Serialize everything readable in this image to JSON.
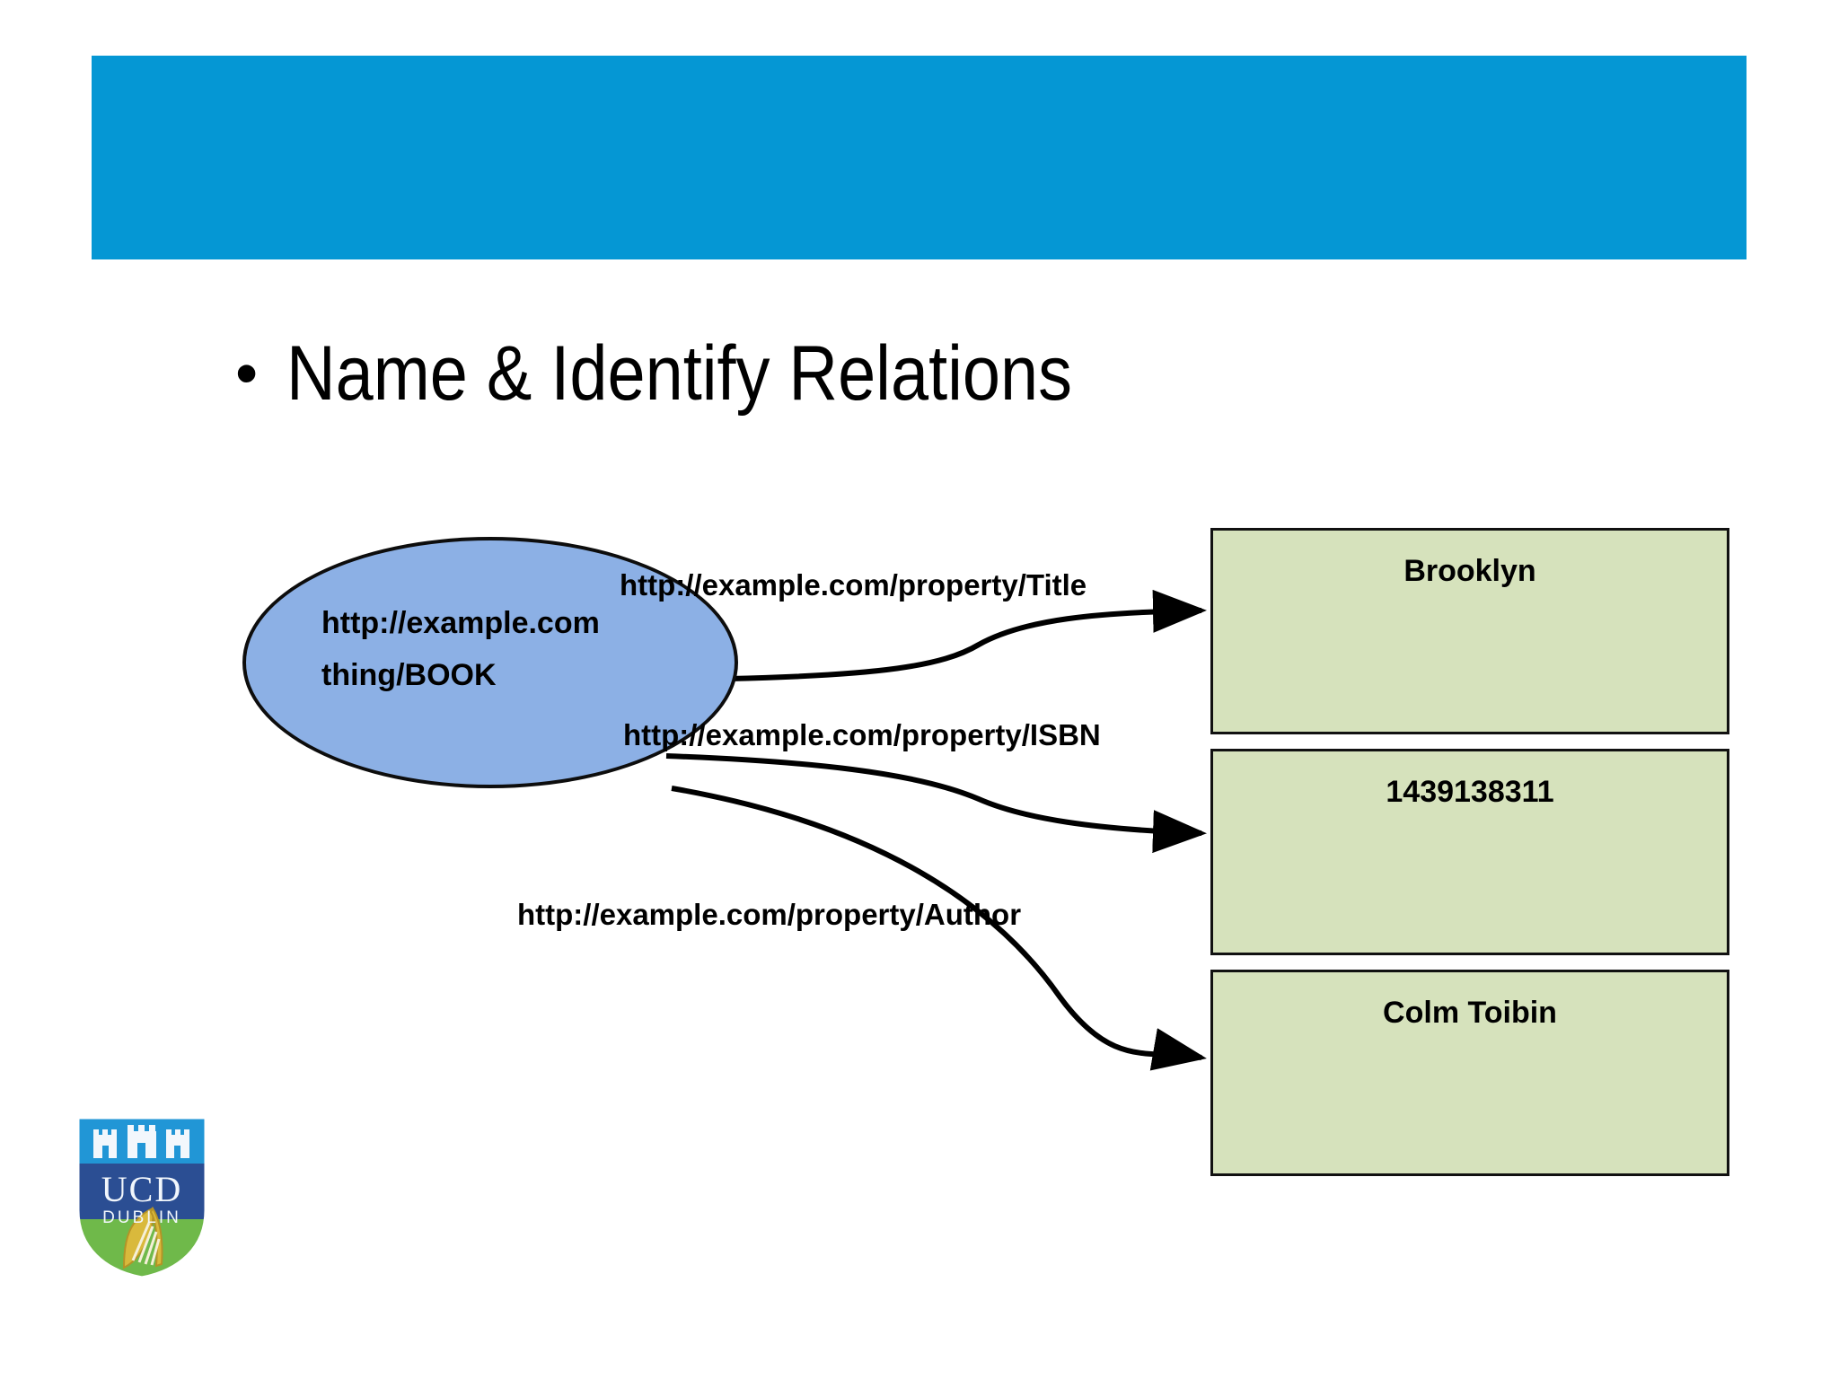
{
  "slide": {
    "header_band_color": "#0597D4",
    "background_color": "#FFFFFF",
    "title": {
      "bullet": "•",
      "text": "Name & Identify Relations"
    }
  },
  "diagram": {
    "subject": {
      "shape": "ellipse",
      "fill_color": "#8CB0E5",
      "stroke_color": "#0D0D0D",
      "line1": "http://example.com",
      "line2": "thing/BOOK"
    },
    "predicates": [
      {
        "label": "http://example.com/property/Title"
      },
      {
        "label": "http://example.com/property/ISBN"
      },
      {
        "label": "http://example.com/property/Author"
      }
    ],
    "objects": [
      {
        "value": "Brooklyn",
        "fill_color": "#D6E2BC",
        "stroke_color": "#111111"
      },
      {
        "value": "1439138311",
        "fill_color": "#D6E2BC",
        "stroke_color": "#111111"
      },
      {
        "value": "Colm Toibin",
        "fill_color": "#D6E2BC",
        "stroke_color": "#111111"
      }
    ]
  },
  "logo": {
    "name": "ucd-dublin-shield",
    "line1": "UCD",
    "line2": "DUBLIN",
    "top_color": "#2196D6",
    "band_color": "#2B4E93",
    "bottom_color": "#6FB94A",
    "harp_color": "#D9B93C"
  }
}
